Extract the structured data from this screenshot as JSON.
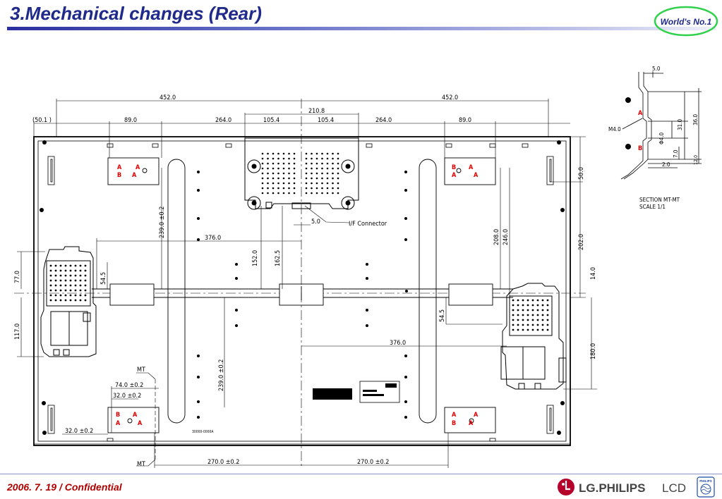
{
  "header": {
    "title": "3.Mechanical changes (Rear)",
    "badge": "World's No.1"
  },
  "footer": {
    "date": "2006. 7. 19 / Confidential",
    "logo_text": "LG.PHILIPS",
    "logo_suffix": "LCD",
    "philips_mark": "PHILIPS"
  },
  "colors": {
    "title": "#1f2a8a",
    "badge_ring": "#2fd24a",
    "badge_text": "#1f2a8a",
    "footer_date": "#b00000",
    "marker_red": "#e00000",
    "lg_logo": "#b5002b"
  },
  "dimensions": {
    "top_left_452": "452.0",
    "top_right_452": "452.0",
    "center_210": "210.8",
    "ref_50": "(50.1 )",
    "left_89": "89.0",
    "left_264": "264.0",
    "left_105": "105.4",
    "right_105": "105.4",
    "right_264": "264.0",
    "right_89": "89.0",
    "left_239": "239.0  ±0.2",
    "left_376": "376.0",
    "conn_5": "5.0",
    "center_152": "152.0",
    "center_162": "162.5",
    "right_208": "208.0",
    "right_246": "246.0",
    "right_side_50": "50.0",
    "right_side_202": "202.0",
    "right_side_14": "14.0",
    "right_side_180": "180.0",
    "left_side_77": "77.0",
    "left_side_117": "117.0",
    "left_54": "54.5",
    "right_54": "54.5",
    "right_376": "376.0",
    "bottom_239": "239.0  ±0.2",
    "d74": "74.0  ±0.2",
    "d32a": "32.0  ±0.2",
    "d32b": "32.0  ±0.2",
    "bottom_270_left": "270.0  ±0.2",
    "bottom_270_right": "270.0  ±0.2"
  },
  "labels": {
    "if_connector": "I/F Connector",
    "mt_top": "MT",
    "mt_bottom": "MT",
    "label_code": "30000-0000A",
    "marker_a": "A",
    "marker_b": "B"
  },
  "section": {
    "title": "SECTION   MT-MT",
    "scale": "SCALE   1/1",
    "d5": "5.0",
    "m4": "M4.0",
    "d31": "31.0",
    "d36": "36.0",
    "phi4": "Φ4.0",
    "d7": "7.0",
    "d2": "2.0",
    "d12": "12.0"
  }
}
